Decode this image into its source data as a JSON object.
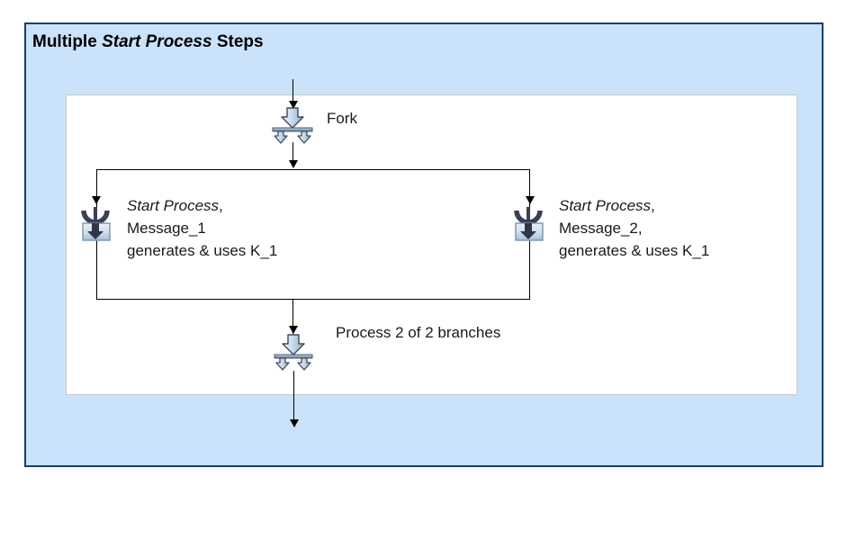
{
  "diagram": {
    "title_parts": {
      "pre": "Multiple ",
      "emphasis": "Start Process",
      "post": " Steps"
    },
    "title_text": "Multiple Start Process Steps",
    "colors": {
      "panel_fill": "#cbe2fb",
      "panel_border": "#173f6d",
      "inner_fill": "#ffffff",
      "inner_border": "#c8c8c8",
      "connector": "#000000",
      "icon_fill_light": "#dce8f5",
      "icon_fill_mid": "#aec4da",
      "icon_stroke": "#3a3f56"
    },
    "nodes": [
      {
        "id": "fork",
        "icon": "fork-icon",
        "label": "Fork"
      },
      {
        "id": "start-process-left",
        "icon": "start-process-icon",
        "label_line_1_emphasis": "Start Process",
        "label_line_1_suffix": ",",
        "label_line_2": "Message_1",
        "label_line_3": "generates & uses K_1"
      },
      {
        "id": "start-process-right",
        "icon": "start-process-icon",
        "label_line_1_emphasis": "Start Process",
        "label_line_1_suffix": ",",
        "label_line_2": "Message_2,",
        "label_line_3": "generates & uses K_1"
      },
      {
        "id": "join",
        "icon": "join-icon",
        "label": "Process 2 of 2 branches"
      }
    ]
  }
}
